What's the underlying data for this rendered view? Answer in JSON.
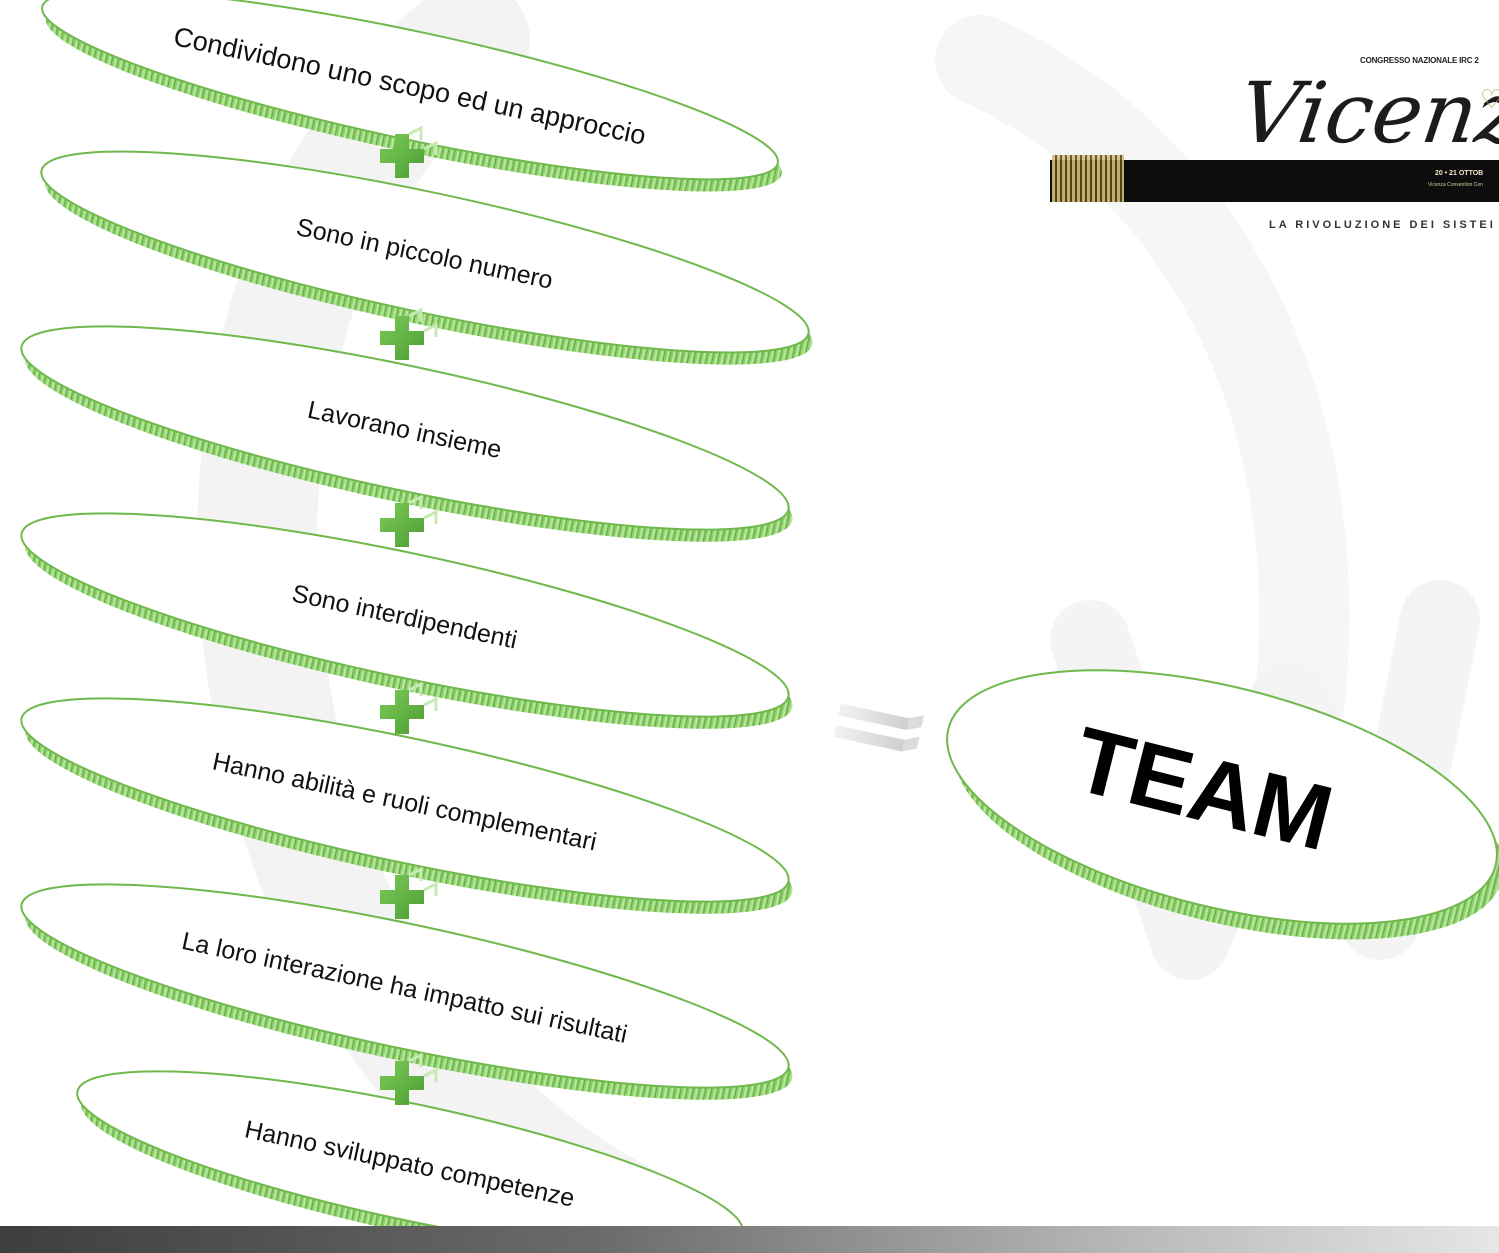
{
  "items": [
    {
      "label": "Condividono uno scopo ed un approccio"
    },
    {
      "label": "Sono in piccolo numero"
    },
    {
      "label": "Lavorano insieme"
    },
    {
      "label": "Sono interdipendenti"
    },
    {
      "label": "Hanno abilità e ruoli complementari"
    },
    {
      "label": "La loro interazione ha impatto sui risultati"
    },
    {
      "label": "Hanno sviluppato competenze"
    }
  ],
  "result": {
    "label": "TEAM"
  },
  "operators": {
    "plus": "+",
    "equals": "="
  },
  "logo": {
    "congress": "CONGRESSO NAZIONALE IRC 2",
    "city": "Vicenza",
    "dates": "20 • 21 OTTOB",
    "venue": "Vicenza Convention Cen",
    "tagline": "LA RIVOLUZIONE DEI SISTEI"
  },
  "colors": {
    "rim": "#7dc45a",
    "rim_dark": "#4f9a35",
    "rim_light": "#c9ebb5",
    "plus": "#66b544",
    "text": "#111111"
  }
}
